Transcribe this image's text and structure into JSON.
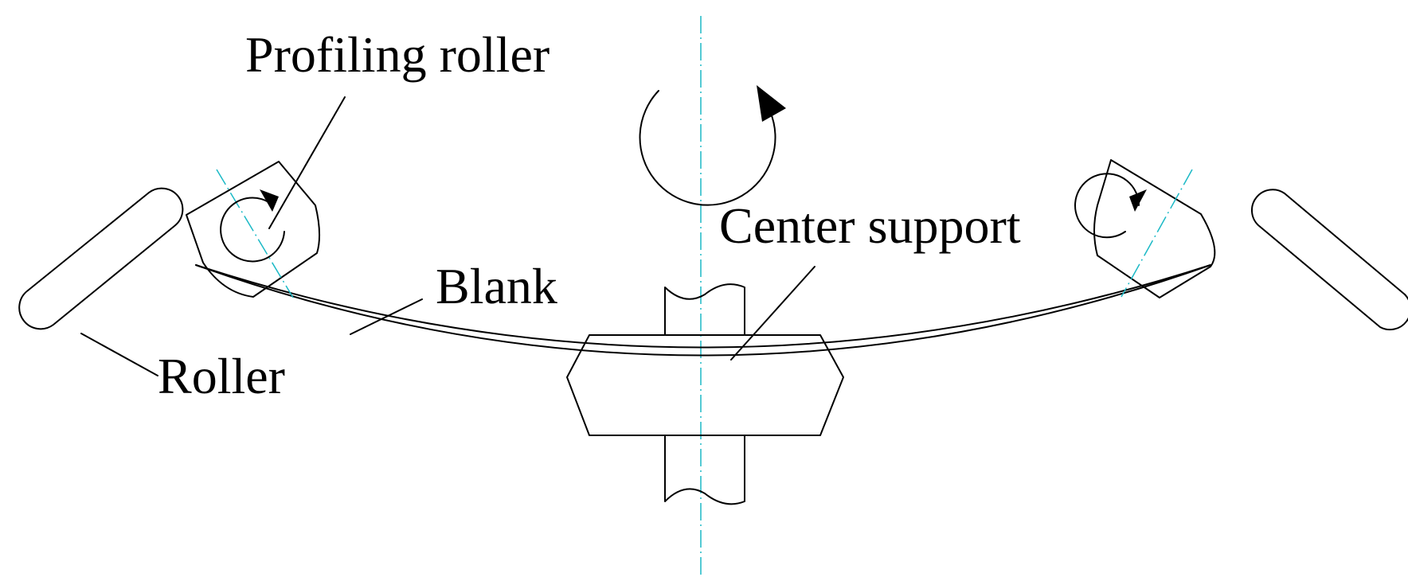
{
  "labels": {
    "profiling_roller": "Profiling roller",
    "center_support": "Center support",
    "blank": "Blank",
    "roller": "Roller"
  },
  "colors": {
    "stroke": "#000000",
    "axis": "#1bb9c6",
    "background": "#ffffff"
  }
}
